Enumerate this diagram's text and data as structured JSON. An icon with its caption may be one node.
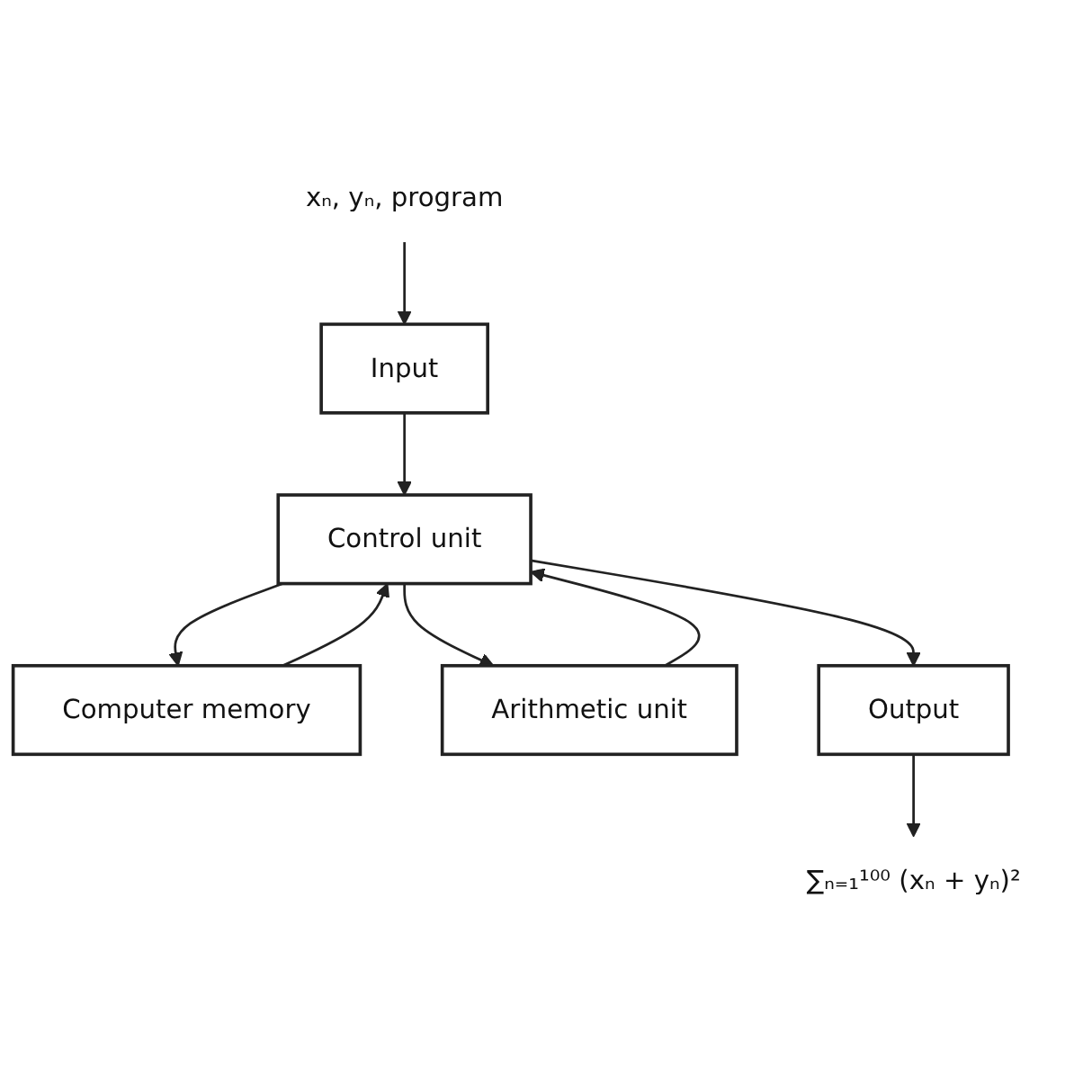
{
  "diagram": {
    "nodes": [
      {
        "text": [
          "xₙ, yₙ, program"
        ]
      },
      {
        "text": [
          "Input"
        ]
      },
      {
        "text": [
          "Computer memory"
        ]
      },
      {
        "text": [
          "Control unit"
        ]
      },
      {
        "text": [
          "Arithmetic unit"
        ]
      },
      {
        "text": [
          "Output"
        ]
      },
      {
        "text": [
          "∑ₙ₌₁¹⁰⁰ (xₙ + yₙ)²"
        ]
      }
    ],
    "edges": [
      {
        "from": 0,
        "to": 1,
        "arrow": "to"
      },
      {
        "from": 1,
        "to": 3,
        "arrow": "to"
      },
      {
        "from": 2,
        "to": 3,
        "arrow": "to"
      },
      {
        "from": 3,
        "to": 2,
        "arrow": "to"
      },
      {
        "from": 4,
        "to": 3,
        "arrow": "to"
      },
      {
        "from": 3,
        "to": 4,
        "arrow": "to"
      },
      {
        "from": 3,
        "to": 5,
        "arrow": "to"
      },
      {
        "from": 5,
        "to": 6,
        "arrow": "to"
      }
    ]
  }
}
